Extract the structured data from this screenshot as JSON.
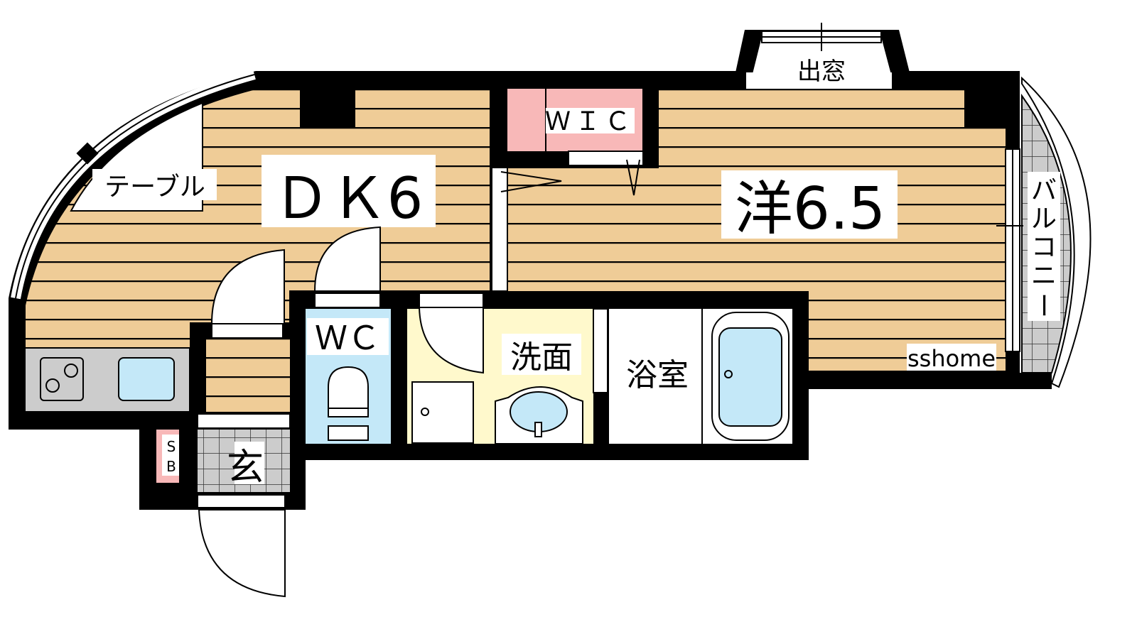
{
  "rooms": {
    "dk": "ＤＫ6",
    "western": "洋6.5",
    "wic": "ＷＩＣ",
    "wc": "ＷＣ",
    "washroom": "洗面",
    "bathroom": "浴室",
    "entrance": "玄",
    "shoebox": [
      "S",
      "B"
    ],
    "bay_window": "出窓",
    "table": "テーブル",
    "balcony": [
      "バ",
      "ル",
      "コ",
      "ニ",
      "ー"
    ]
  },
  "watermark": "sshome",
  "colors": {
    "floor": "#efcc97",
    "wic": "#f8b8b8",
    "wc": "#c4e8f8",
    "washroom": "#fff9cc",
    "tile": "#cccccc",
    "wall": "#000000"
  }
}
